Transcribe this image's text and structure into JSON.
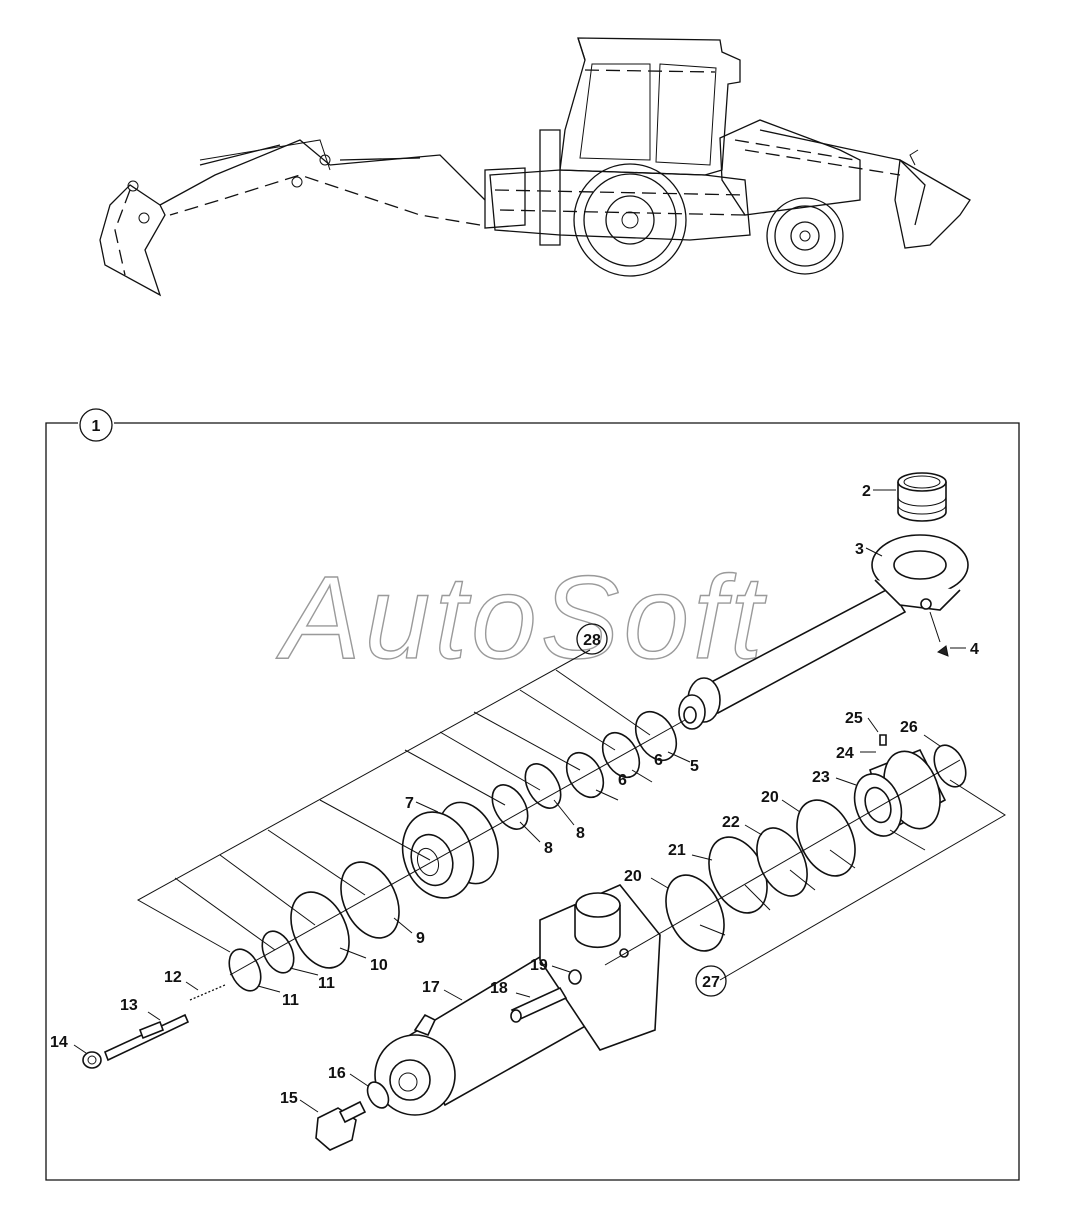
{
  "watermark": "AutoSoft",
  "assembly_callout": "1",
  "subassembly_callouts": [
    "28",
    "27"
  ],
  "part_labels": {
    "p2": "2",
    "p3": "3",
    "p4": "4",
    "p5": "5",
    "p6a": "6",
    "p6b": "6",
    "p7": "7",
    "p8a": "8",
    "p8b": "8",
    "p9": "9",
    "p10": "10",
    "p11a": "11",
    "p11b": "11",
    "p12": "12",
    "p13": "13",
    "p14": "14",
    "p15": "15",
    "p16": "16",
    "p17": "17",
    "p18": "18",
    "p19": "19",
    "p20a": "20",
    "p20b": "20",
    "p21": "21",
    "p22": "22",
    "p23": "23",
    "p24": "24",
    "p25": "25",
    "p26": "26"
  }
}
